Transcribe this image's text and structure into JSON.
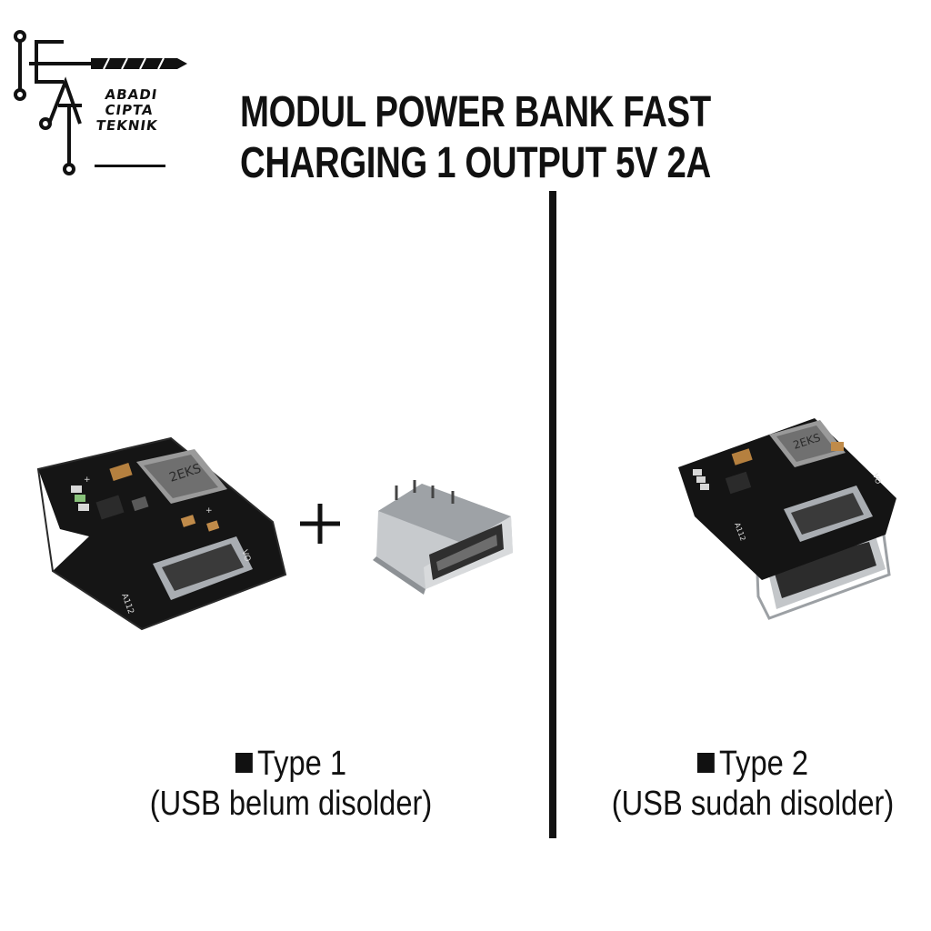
{
  "brand": {
    "lines": [
      "ABADI",
      "CIPTA",
      "TEKNIK"
    ],
    "logo_letters": "ACT"
  },
  "title": {
    "line1": "MODUL POWER BANK FAST",
    "line2": "CHARGING 1 OUTPUT 5V 2A"
  },
  "types": [
    {
      "label": "Type 1",
      "note": "(USB belum disolder)"
    },
    {
      "label": "Type 2",
      "note": "(USB sudah disolder)"
    }
  ],
  "images": [
    {
      "icon": "pcb-module-usb-c-image"
    },
    {
      "icon": "plus-icon"
    },
    {
      "icon": "usb-a-female-connector-image"
    },
    {
      "icon": "pcb-module-soldered-usb-image"
    }
  ],
  "colors": {
    "ink": "#111111",
    "pcb": "#151515",
    "metal": "#b9bcc0"
  }
}
